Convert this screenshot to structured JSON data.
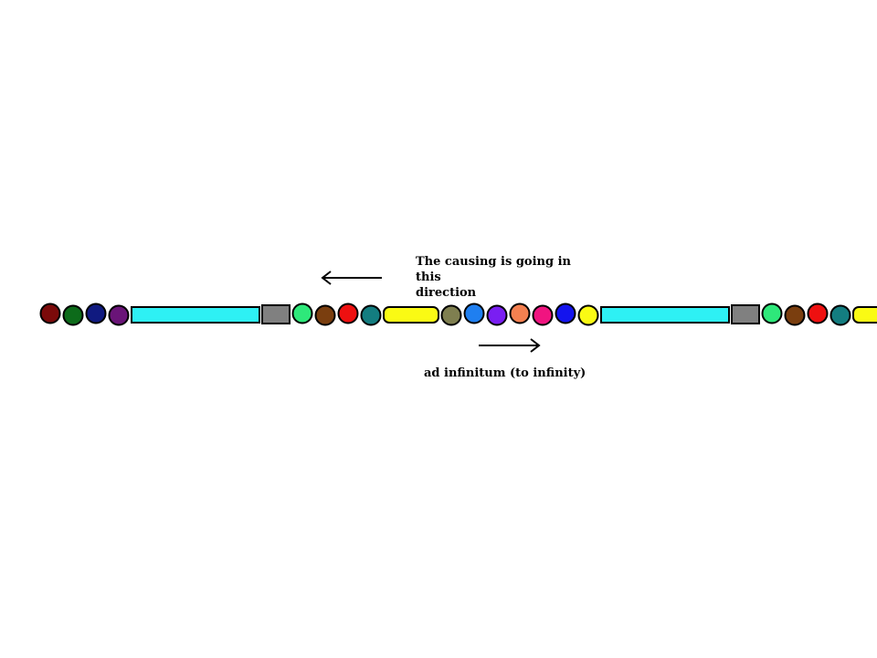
{
  "labels": {
    "top_line1": "The causing is going in this",
    "top_line2": "direction",
    "bottom": "ad infinitum (to infinity)"
  },
  "arrows": [
    {
      "name": "arrow-left",
      "direction": "left"
    },
    {
      "name": "arrow-right",
      "direction": "right"
    }
  ],
  "chain": [
    {
      "shape": "circle",
      "color": "#7b0a0a"
    },
    {
      "shape": "circle",
      "color": "#0d6b1a"
    },
    {
      "shape": "circle",
      "color": "#101a80"
    },
    {
      "shape": "circle",
      "color": "#6a1478"
    },
    {
      "shape": "long-bar",
      "color": "#2ef0f4"
    },
    {
      "shape": "square",
      "color": "#808080"
    },
    {
      "shape": "circle",
      "color": "#2ee87a"
    },
    {
      "shape": "circle",
      "color": "#7a3e0f"
    },
    {
      "shape": "circle",
      "color": "#ee1010"
    },
    {
      "shape": "circle",
      "color": "#137d80"
    },
    {
      "shape": "pill",
      "color": "#fafa14"
    },
    {
      "shape": "circle",
      "color": "#7f7f50"
    },
    {
      "shape": "circle",
      "color": "#1f7ff0"
    },
    {
      "shape": "circle",
      "color": "#7a1ef2"
    },
    {
      "shape": "circle",
      "color": "#f48050"
    },
    {
      "shape": "circle",
      "color": "#f01480"
    },
    {
      "shape": "circle",
      "color": "#1414ee"
    },
    {
      "shape": "circle",
      "color": "#fafa14"
    },
    {
      "shape": "long-bar",
      "color": "#2ef0f4"
    },
    {
      "shape": "square",
      "color": "#808080"
    },
    {
      "shape": "circle",
      "color": "#2ee87a"
    },
    {
      "shape": "circle",
      "color": "#7a3e0f"
    },
    {
      "shape": "circle",
      "color": "#ee1010"
    },
    {
      "shape": "circle",
      "color": "#137d80"
    },
    {
      "shape": "pill",
      "color": "#fafa14"
    }
  ]
}
